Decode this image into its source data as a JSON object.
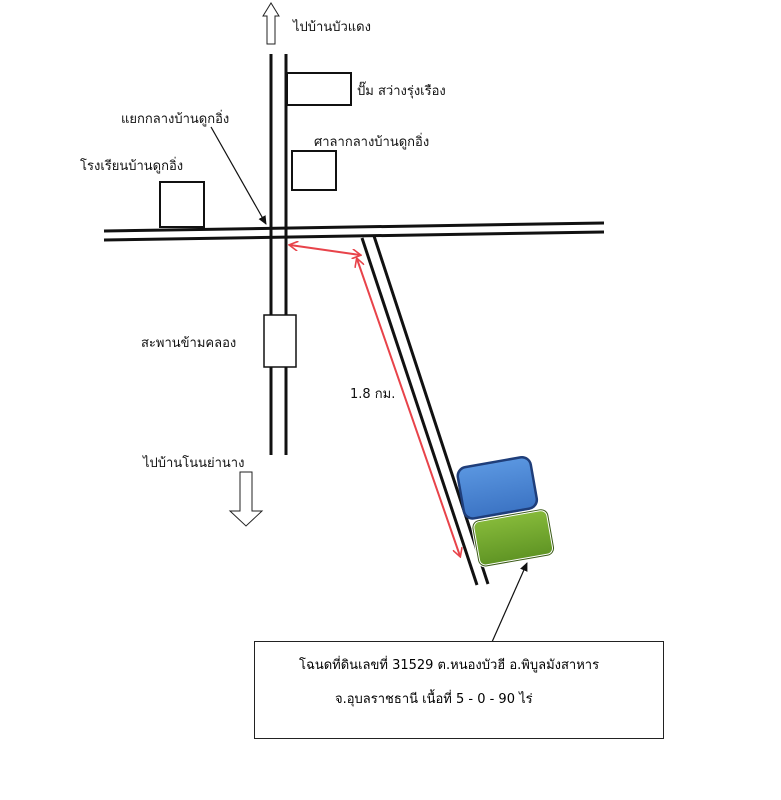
{
  "labels": {
    "to_bua_daeng": "ไปบ้านบัวแดง",
    "gas_station": "ปั๊ม สว่างรุ่งเรือง",
    "junction": "แยกกลางบ้านดูกอิ่ง",
    "village_hall": "ศาลากลางบ้านดูกอิ่ง",
    "school": "โรงเรียนบ้านดูกอิ่ง",
    "bridge": "สะพานข้ามคลอง",
    "distance": "1.8 กม.",
    "to_non_yang": "ไปบ้านโนนย่านาง"
  },
  "deed": {
    "line1": "โฉนดที่ดินเลขที่ 31529   ต.หนองบัวฮี   อ.พิบูลมังสาหาร",
    "line2": "จ.อุบลราชธานี เนื้อที่ 5  - 0  - 90 ไร่"
  },
  "colors": {
    "road": "#111111",
    "distance_arrow": "#e8434a",
    "plot_blue": "#4a86d4",
    "plot_green": "#74a82e"
  }
}
